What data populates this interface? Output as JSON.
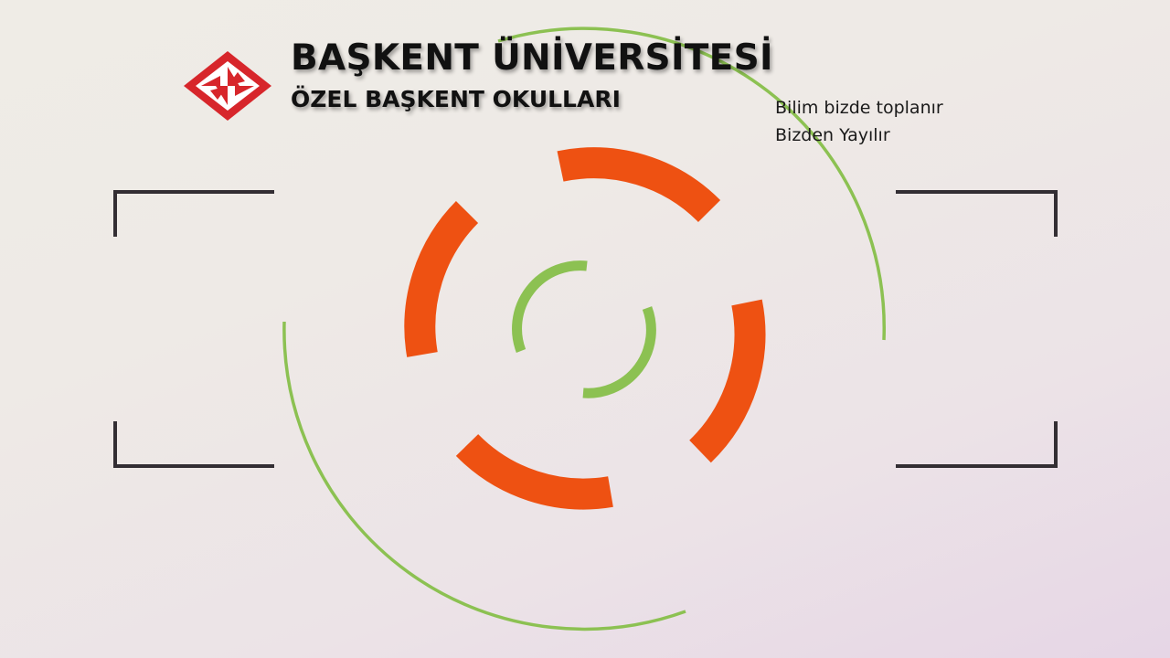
{
  "header": {
    "title": "BAŞKENT ÜNİVERSİTESİ",
    "subtitle": "ÖZEL BAŞKENT OKULLARI"
  },
  "slogan": {
    "line1": "Bilim bizde toplanır",
    "line2": "Bizden Yayılır"
  },
  "logo": {
    "icon": "baskent-emblem-icon",
    "colors": {
      "primary": "#d7262b",
      "secondary": "#ffffff"
    }
  },
  "colors": {
    "orange_ring": "#ee5112",
    "green_ring": "#8cc152",
    "frame_brackets": "#332e33"
  }
}
